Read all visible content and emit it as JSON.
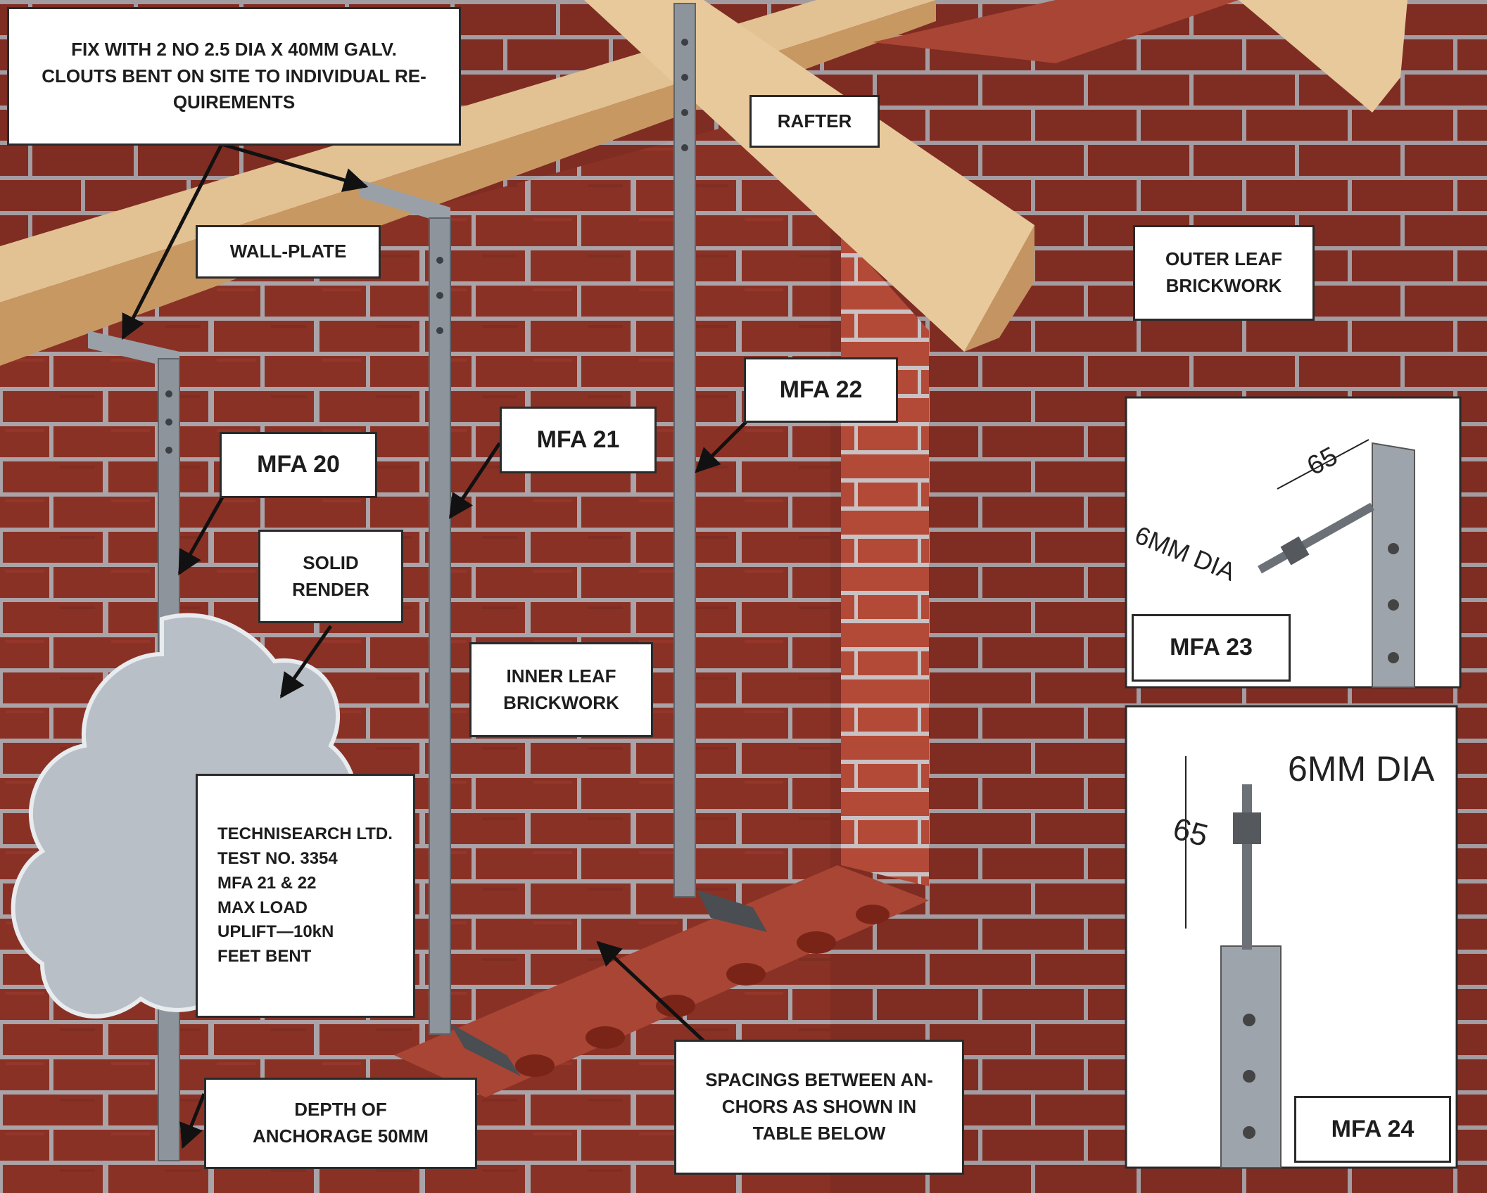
{
  "labels": {
    "fix_note": "FIX WITH 2 NO 2.5 DIA X 40MM GALV.\nCLOUTS BENT ON SITE TO INDIVIDUAL RE-\nQUIREMENTS",
    "wall_plate": "WALL-PLATE",
    "rafter": "RAFTER",
    "outer_leaf": "OUTER LEAF\nBRICKWORK",
    "mfa20": "MFA 20",
    "mfa21": "MFA 21",
    "mfa22": "MFA 22",
    "solid_render": "SOLID\nRENDER",
    "inner_leaf": "INNER LEAF\nBRICKWORK",
    "test_note": "TECHNISEARCH LTD.\nTEST NO. 3354\nMFA 21 & 22\nMAX LOAD\nUPLIFT—10kN\nFEET BENT",
    "depth": "DEPTH OF\nANCHORAGE 50MM",
    "spacings": "SPACINGS BETWEEN AN-\nCHORS AS SHOWN IN\nTABLE BELOW"
  },
  "insets": {
    "mfa23": {
      "title": "MFA 23",
      "dim": "65",
      "dia": "6MM DIA"
    },
    "mfa24": {
      "title": "MFA 24",
      "dim": "65",
      "dia": "6MM DIA"
    }
  },
  "colors": {
    "brick": "#8e3328",
    "brick_light": "#b8503c",
    "mortar": "#b8b2b6",
    "timber": "#e6c596",
    "timber_dark": "#c99a64",
    "steel": "#8e949b",
    "render": "#b6bcc4"
  }
}
